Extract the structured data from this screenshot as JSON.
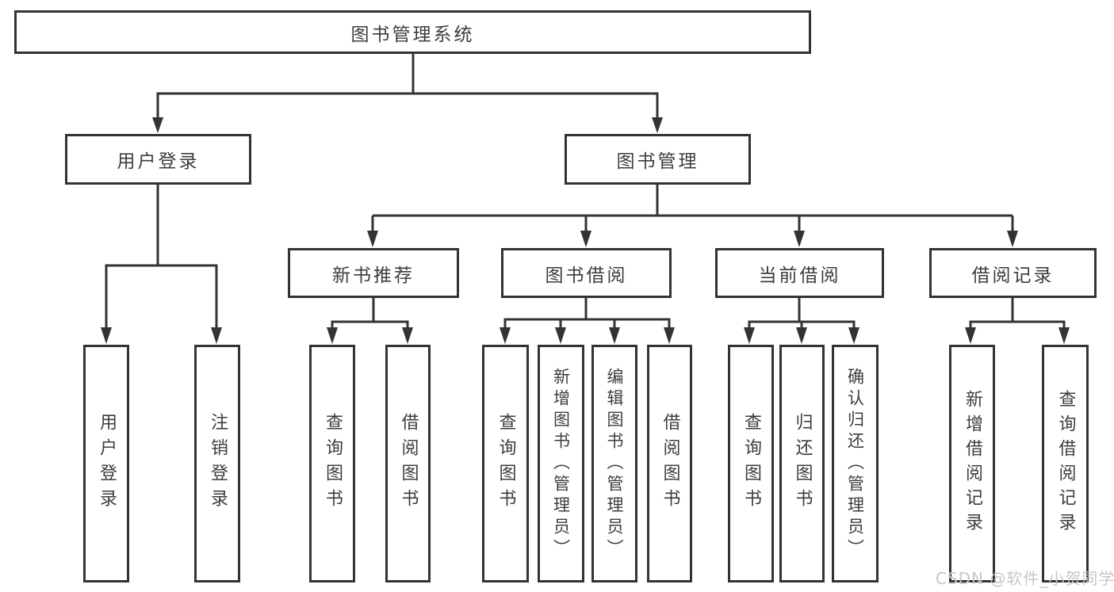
{
  "title": "图书管理系统",
  "level2": {
    "user_login": "用户登录",
    "book_management": "图书管理"
  },
  "user_login_children": [
    "用户登录",
    "注销登录"
  ],
  "modules": [
    {
      "label": "新书推荐",
      "children": [
        "查询图书",
        "借阅图书"
      ]
    },
    {
      "label": "图书借阅",
      "children": [
        "查询图书",
        "新增图书（管理员）",
        "编辑图书（管理员）",
        "借阅图书"
      ]
    },
    {
      "label": "当前借阅",
      "children": [
        "查询图书",
        "归还图书",
        "确认归还（管理员）"
      ]
    },
    {
      "label": "借阅记录",
      "children": [
        "新增借阅记录",
        "查询借阅记录"
      ]
    }
  ],
  "watermark": "CSDN @软件_小贺同学",
  "colors": {
    "line": "#333333",
    "text": "#3d3d3d",
    "background": "#ffffff",
    "watermark": "#c7c7c7"
  }
}
